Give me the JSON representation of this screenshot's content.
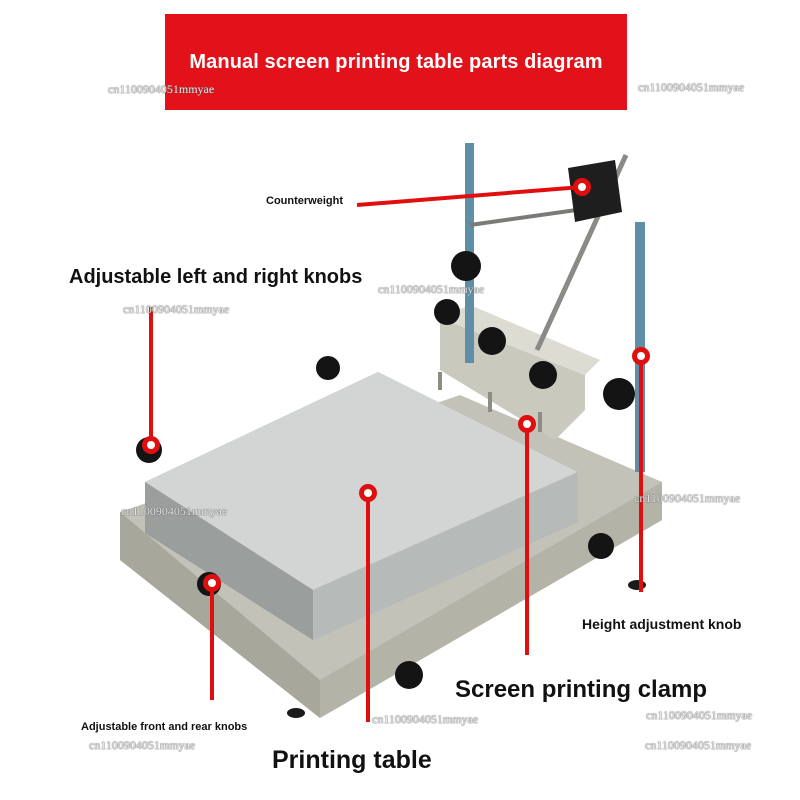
{
  "banner": {
    "title": "Manual screen printing table parts diagram",
    "color": "#e3121a"
  },
  "labels": {
    "counterweight": "Counterweight",
    "left_right_knobs": "Adjustable left and right knobs",
    "height_knob": "Height adjustment knob",
    "screen_clamp": "Screen printing clamp",
    "front_rear_knobs": "Adjustable front and rear knobs",
    "printing_table": "Printing table"
  },
  "watermark": "cn1100904051mmyae",
  "colors": {
    "callout_line": "#e00f0f",
    "marker_ring": "#e00f0f",
    "base_gray": "#bdbdb3",
    "plate_silver": "#c9ccca",
    "knob_black": "#141414"
  }
}
